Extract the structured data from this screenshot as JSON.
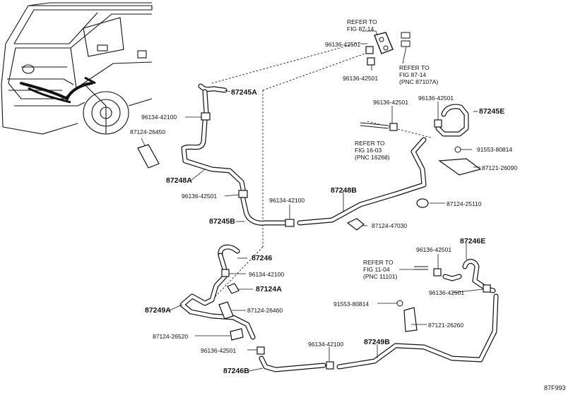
{
  "diagram_code": "87F993",
  "refs": {
    "fig_87_14_a": "REFER TO\nFIG 87-14",
    "fig_87_14_b": "REFER TO\nFIG 87-14\n(PNC 87107A)",
    "fig_16_03": "REFER TO\nFIG 16-03\n(PNC 16268)",
    "fig_11_04": "REFER TO\nFIG 11-04\n(PNC 11101)"
  },
  "parts": {
    "p87245A": "87245A",
    "p96134_top": "96134-42100",
    "p87124_26450": "87124-26450",
    "p87248A": "87248A",
    "p96136_left": "96136-42501",
    "p87245B": "87245B",
    "p96134_mid": "96134-42100",
    "p87248B": "87248B",
    "p87124_47030": "87124-47030",
    "p96136_top1": "96136-42501",
    "p96136_top2": "96136-42501",
    "p96136_mid1": "96136-42501",
    "p96136_mid2": "96136-42501",
    "p87245E": "87245E",
    "p91553_top": "91553-80814",
    "p87121_26090": "87121-26090",
    "p87124_25110": "87124-25110",
    "p87246": "87246",
    "p96134_low": "96134-42100",
    "p87124A": "87124A",
    "p87249A": "87249A",
    "p87124_26460": "87124-26460",
    "p87124_26520": "87124-26520",
    "p96136_low": "96136-42501",
    "p87246B": "87246B",
    "p96134_bottom": "96134-42100",
    "p87249B": "87249B",
    "p87246E": "87246E",
    "p96136_r1": "96136-42501",
    "p96136_r2": "96136-42501",
    "p91553_low": "91553-80814",
    "p87121_26260": "87121-26260"
  }
}
